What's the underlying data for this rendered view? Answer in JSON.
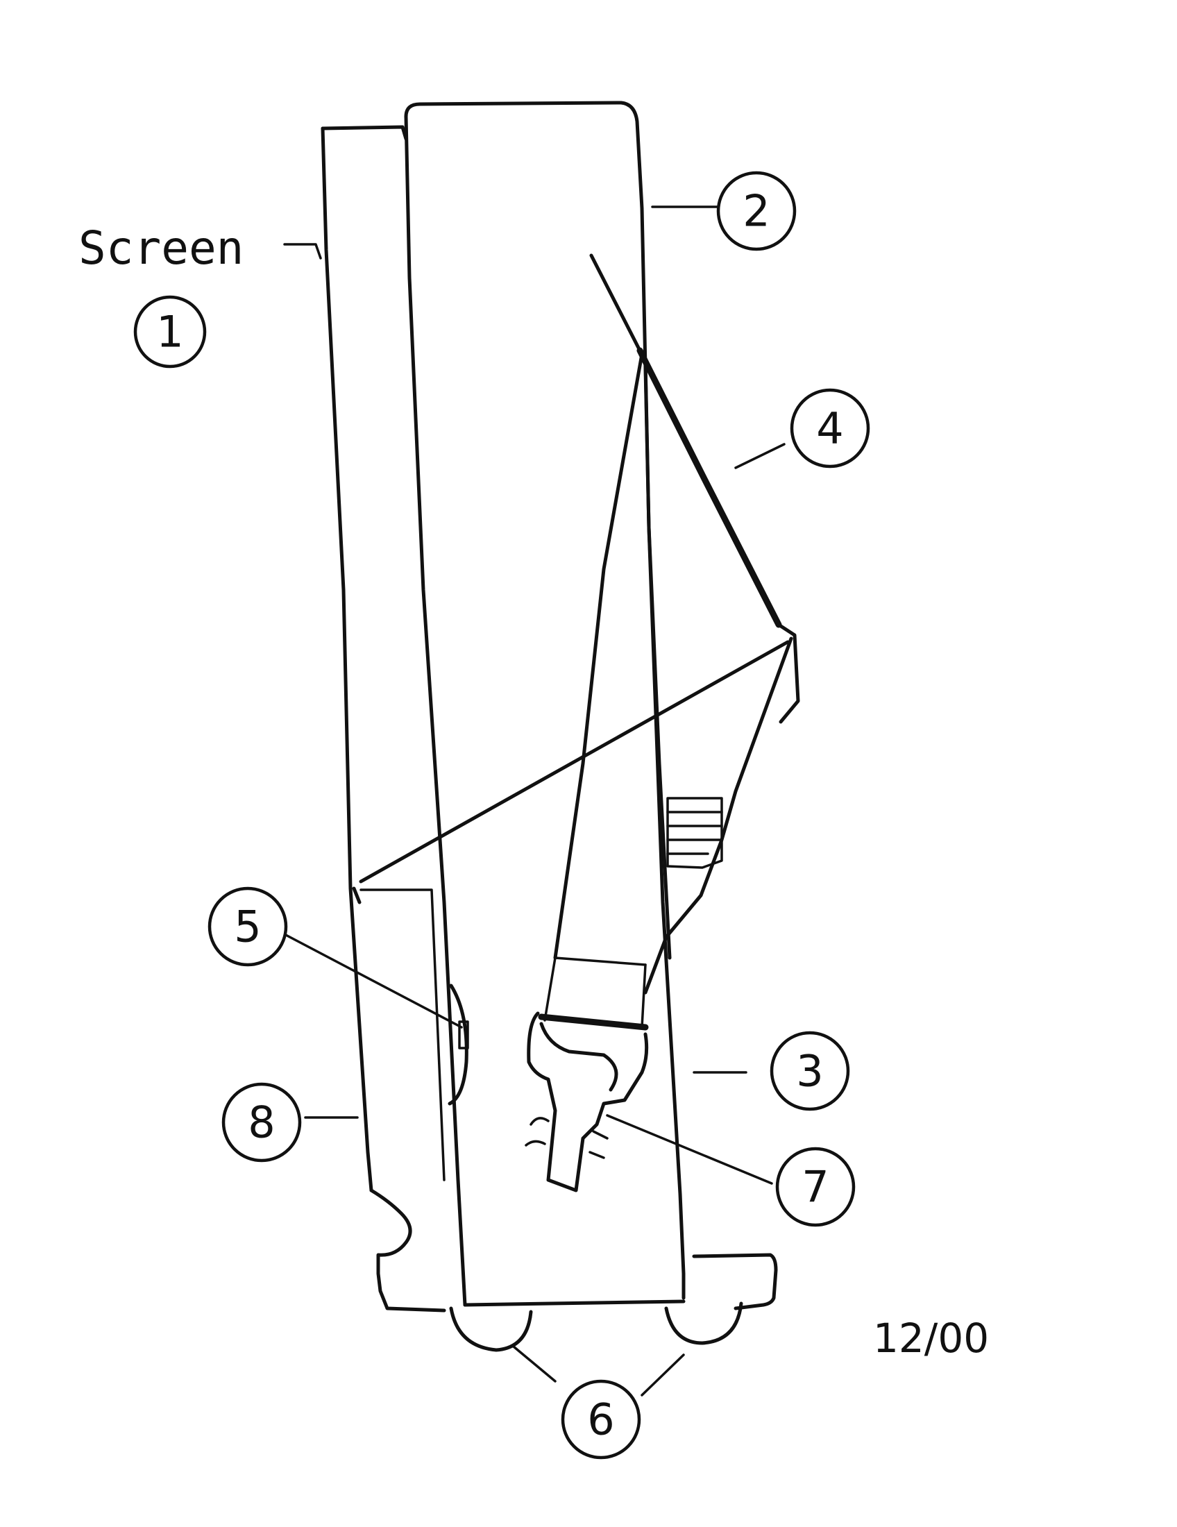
{
  "labels": {
    "screen": "Screen",
    "date": "12/00"
  },
  "callouts": [
    "1",
    "2",
    "3",
    "4",
    "5",
    "6",
    "7",
    "8"
  ]
}
